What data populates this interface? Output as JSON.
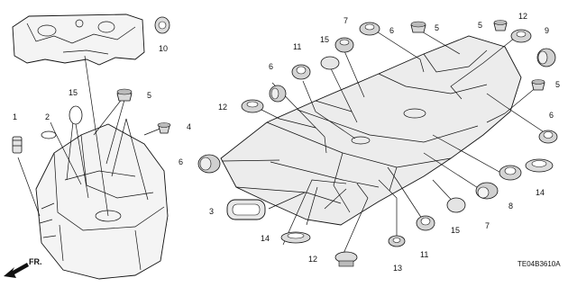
{
  "labels": {
    "n1": "1",
    "n2": "2",
    "n3": "3",
    "n4": "4",
    "n5a": "5",
    "n5b": "5",
    "n5c": "5",
    "n5d": "5",
    "n6a": "6",
    "n6b": "6",
    "n6c": "6",
    "n6d": "6",
    "n7a": "7",
    "n7b": "7",
    "n8": "8",
    "n9": "9",
    "n10": "10",
    "n11a": "11",
    "n11b": "11",
    "n12a": "12",
    "n12b": "12",
    "n12c": "12",
    "n13": "13",
    "n14a": "14",
    "n14b": "14",
    "n15a": "15",
    "n15b": "15",
    "n15c": "15"
  },
  "direction": "FR.",
  "code": "TE04B3610A"
}
